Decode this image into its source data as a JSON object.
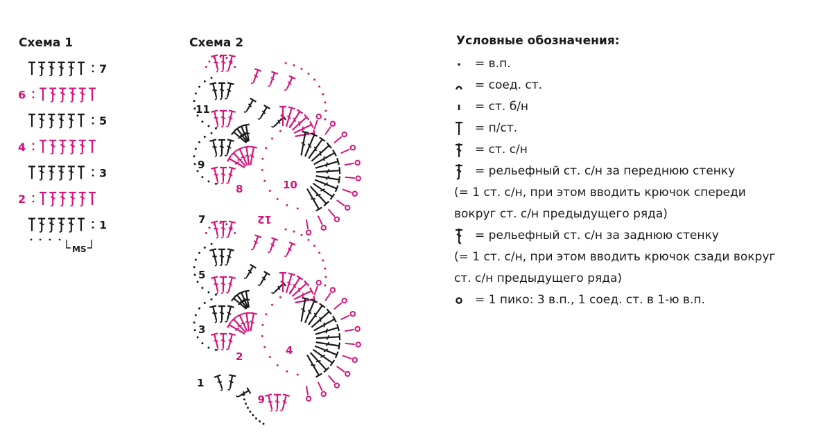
{
  "colors": {
    "black": "#1a1a1a",
    "magenta": "#d4147a",
    "background": "#ffffff"
  },
  "scheme1": {
    "title": "Схема 1",
    "rows": [
      {
        "label": "7",
        "side": "right",
        "color": "black"
      },
      {
        "label": "6",
        "side": "left",
        "color": "magenta"
      },
      {
        "label": "5",
        "side": "right",
        "color": "black"
      },
      {
        "label": "4",
        "side": "left",
        "color": "magenta"
      },
      {
        "label": "3",
        "side": "right",
        "color": "black"
      },
      {
        "label": "2",
        "side": "left",
        "color": "magenta"
      },
      {
        "label": "1",
        "side": "right",
        "color": "black"
      }
    ],
    "repeat_label": "MS"
  },
  "scheme2": {
    "title": "Схема 2",
    "row_labels": [
      {
        "text": "11",
        "color": "black"
      },
      {
        "text": "10",
        "color": "magenta"
      },
      {
        "text": "9",
        "color": "black"
      },
      {
        "text": "8",
        "color": "magenta"
      },
      {
        "text": "7",
        "color": "black"
      },
      {
        "text": "12",
        "color": "magenta"
      },
      {
        "text": "5",
        "color": "black"
      },
      {
        "text": "4",
        "color": "magenta"
      },
      {
        "text": "3",
        "color": "black"
      },
      {
        "text": "2",
        "color": "magenta"
      },
      {
        "text": "1",
        "color": "black"
      },
      {
        "text": "6",
        "color": "magenta"
      }
    ]
  },
  "legend": {
    "title": "Условные обозначения:",
    "items": [
      {
        "icon": "chain-dot-icon",
        "text": "= в.п."
      },
      {
        "icon": "slip-stitch-arc-icon",
        "text": "= соед. ст."
      },
      {
        "icon": "single-crochet-bar-icon",
        "text": "= ст. б/н"
      },
      {
        "icon": "half-double-crochet-icon",
        "text": "= п/ст."
      },
      {
        "icon": "double-crochet-icon",
        "text": "= ст. с/н"
      },
      {
        "icon": "front-post-dc-icon",
        "text": "= рельефный ст. с/н за переднюю стенку"
      },
      {
        "icon": "",
        "text": "(= 1 ст. с/н, при этом вводить крючок спереди"
      },
      {
        "icon": "",
        "text": "вокруг ст. с/н предыдущего ряда)"
      },
      {
        "icon": "back-post-dc-icon",
        "text": "= рельефный ст. с/н за заднюю стенку"
      },
      {
        "icon": "",
        "text": "(= 1 ст. с/н, при этом вводить крючок сзади вокруг"
      },
      {
        "icon": "",
        "text": "ст. с/н предыдущего ряда)"
      },
      {
        "icon": "picot-circle-icon",
        "text": "= 1 пико: 3 в.п., 1 соед. ст. в 1-ю в.п."
      }
    ]
  }
}
